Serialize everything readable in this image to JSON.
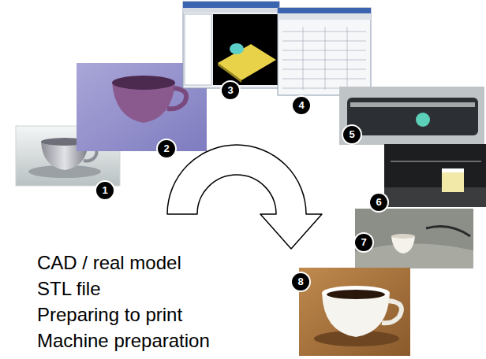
{
  "diagram": {
    "labels": [
      "1",
      "2",
      "3",
      "4",
      "5",
      "6",
      "7",
      "8",
      "CAD / real model",
      "STL file",
      "Preparing to print",
      "Machine preparation"
    ]
  }
}
